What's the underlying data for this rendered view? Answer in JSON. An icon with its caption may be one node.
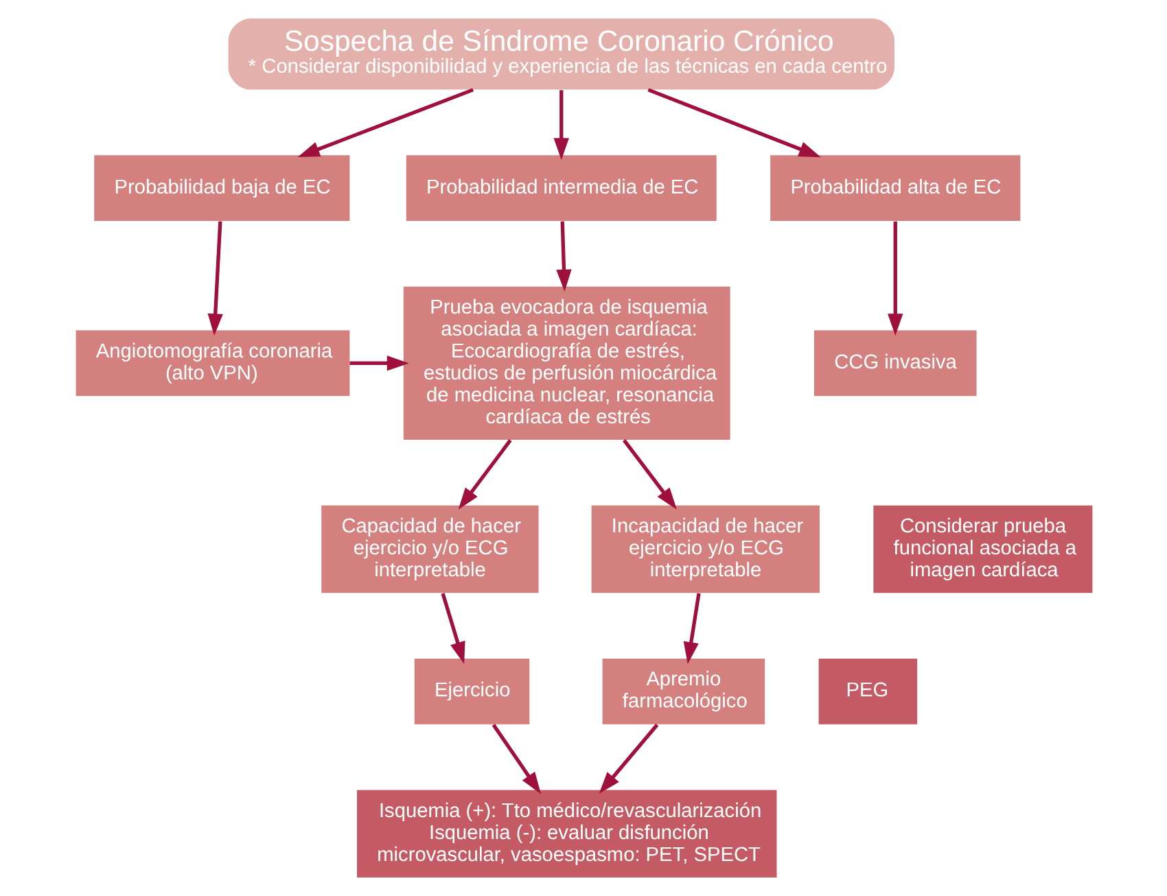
{
  "diagram": {
    "nodes": [
      {
        "text": [
          "Sospecha de Síndrome Coronario Crónico",
          "* Considerar disponibilidad y experiencia de las técnicas en cada centro"
        ]
      },
      {
        "text": [
          "Probabilidad baja de EC"
        ]
      },
      {
        "text": [
          "Probabilidad intermedia de EC"
        ]
      },
      {
        "text": [
          "Probabilidad alta de EC"
        ]
      },
      {
        "text": [
          "Angiotomografía coronaria (alto VPN)"
        ]
      },
      {
        "text": [
          "Prueba evocadora de isquemia asociada a imagen cardíaca: Ecocardiografía de estrés, estudios de perfusión miocárdica de medicina nuclear, resonancia cardíaca de estrés"
        ]
      },
      {
        "text": [
          "CCG invasiva"
        ]
      },
      {
        "text": [
          "Considerar prueba funcional asociada a imagen cardíaca"
        ]
      },
      {
        "text": [
          "PEG"
        ]
      },
      {
        "text": [
          "Capacidad de hacer ejercicio y/o ECG interpretable"
        ]
      },
      {
        "text": [
          "Incapacidad de hacer ejercicio y/o ECG interpretable"
        ]
      },
      {
        "text": [
          "Ejercicio"
        ]
      },
      {
        "text": [
          "Apremio farmacológico"
        ]
      },
      {
        "text": [
          "Isquemia (+): Tto médico/revascularización Isquemia (-): evaluar disfunción microvascular, vasoespasmo: PET, SPECT"
        ]
      }
    ],
    "edges": [
      {
        "from": 0,
        "to": 1,
        "arrow": "to"
      },
      {
        "from": 0,
        "to": 2,
        "arrow": "to"
      },
      {
        "from": 0,
        "to": 3,
        "arrow": "to"
      },
      {
        "from": 1,
        "to": 4,
        "arrow": "to"
      },
      {
        "from": 2,
        "to": 5,
        "arrow": "to"
      },
      {
        "from": 3,
        "to": 6,
        "arrow": "to"
      },
      {
        "from": 4,
        "to": 5,
        "arrow": "to"
      },
      {
        "from": 5,
        "to": 9,
        "arrow": "to"
      },
      {
        "from": 5,
        "to": 10,
        "arrow": "to"
      },
      {
        "from": 9,
        "to": 11,
        "arrow": "to"
      },
      {
        "from": 10,
        "to": 12,
        "arrow": "to"
      },
      {
        "from": 11,
        "to": 13,
        "arrow": "to"
      },
      {
        "from": 12,
        "to": 13,
        "arrow": "to"
      }
    ]
  }
}
